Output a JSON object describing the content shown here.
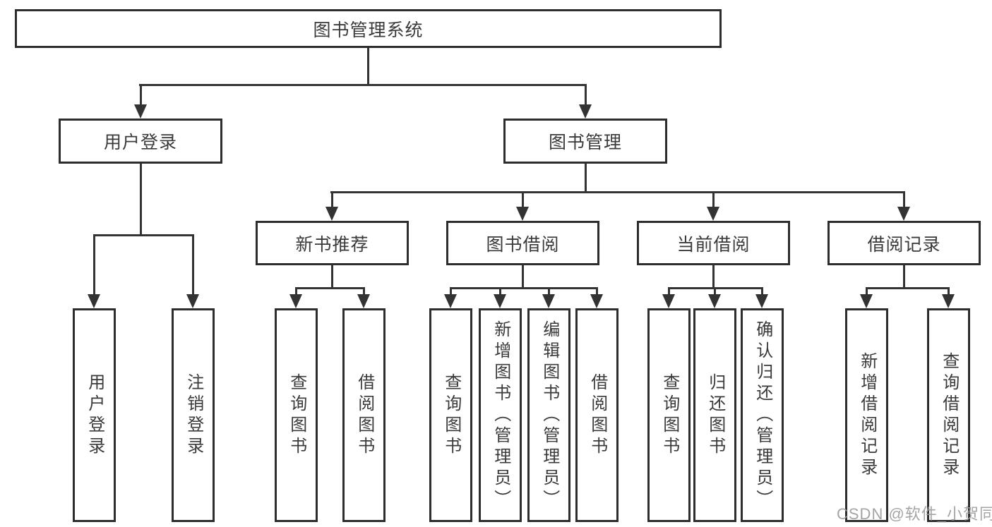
{
  "tree": {
    "root": "图书管理系统",
    "branches": [
      {
        "label": "用户登录",
        "children": [
          "用户登录",
          "注销登录"
        ]
      },
      {
        "label": "图书管理",
        "children": [
          {
            "label": "新书推荐",
            "children": [
              "查询图书",
              "借阅图书"
            ]
          },
          {
            "label": "图书借阅",
            "children": [
              "查询图书",
              "新增图书（管理员）",
              "编辑图书（管理员）",
              "借阅图书"
            ]
          },
          {
            "label": "当前借阅",
            "children": [
              "查询图书",
              "归还图书",
              "确认归还（管理员）"
            ]
          },
          {
            "label": "借阅记录",
            "children": [
              "新增借阅记录",
              "查询借阅记录"
            ]
          }
        ]
      }
    ]
  },
  "watermark": "CSDN @软件_小贺同学",
  "colors": {
    "line": "#333333",
    "box_border": "#2d2d2d",
    "text": "#3a3a3a",
    "watermark": "#9b9b9b",
    "background": "#ffffff"
  }
}
